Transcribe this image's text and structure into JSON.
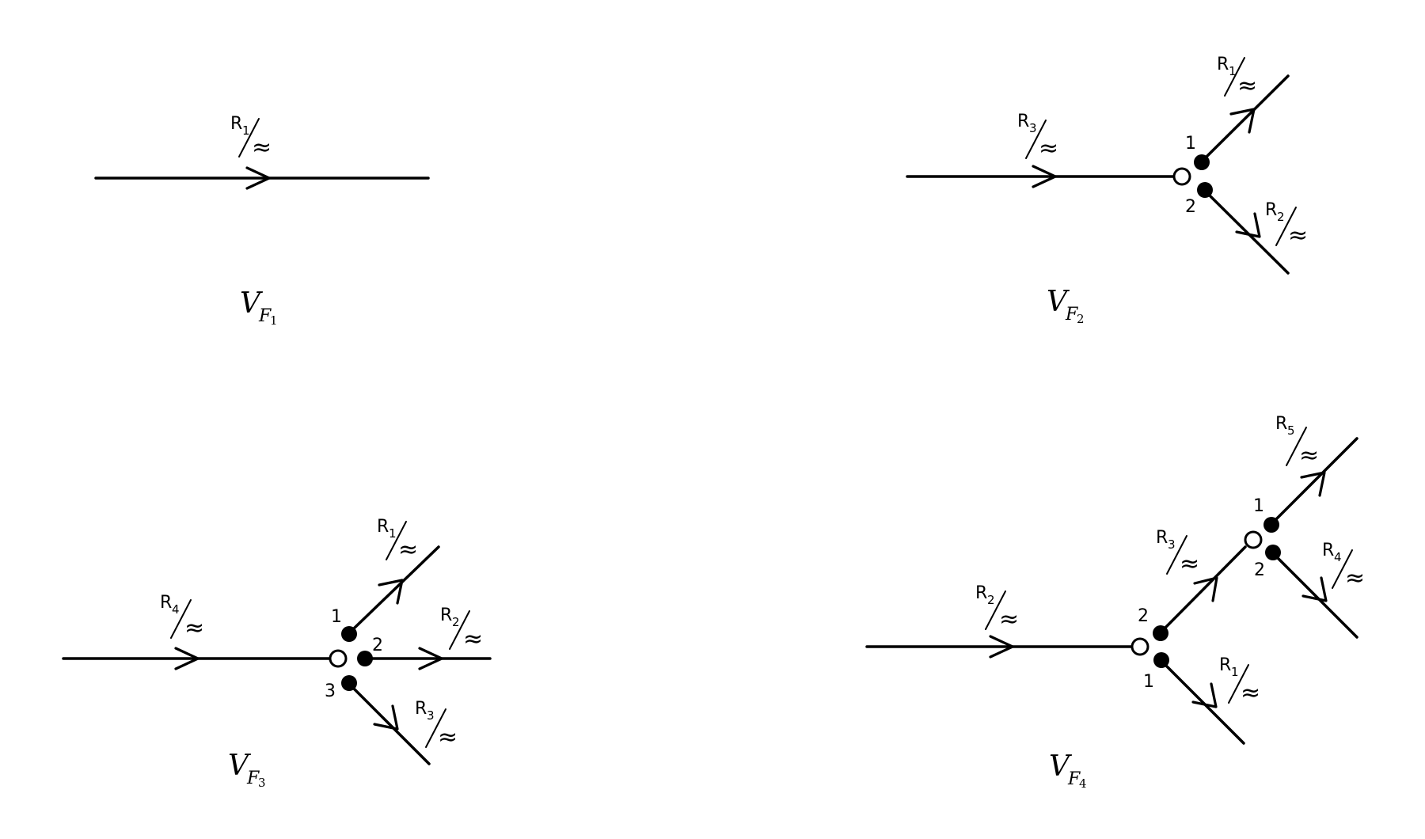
{
  "diagrams": [
    {
      "id": "F1",
      "caption": {
        "main": "V",
        "sub": "F",
        "subsub": "1"
      },
      "labels": [
        {
          "r": "R",
          "index": "1",
          "approx": "≈"
        }
      ]
    },
    {
      "id": "F2",
      "caption": {
        "main": "V",
        "sub": "F",
        "subsub": "2"
      },
      "labels": [
        {
          "r": "R",
          "index": "3",
          "approx": "≈"
        },
        {
          "r": "R",
          "index": "1",
          "approx": "≈"
        },
        {
          "r": "R",
          "index": "2",
          "approx": "≈"
        }
      ],
      "ports": [
        "1",
        "2"
      ]
    },
    {
      "id": "F3",
      "caption": {
        "main": "V",
        "sub": "F",
        "subsub": "3"
      },
      "labels": [
        {
          "r": "R",
          "index": "4",
          "approx": "≈"
        },
        {
          "r": "R",
          "index": "1",
          "approx": "≈"
        },
        {
          "r": "R",
          "index": "2",
          "approx": "≈"
        },
        {
          "r": "R",
          "index": "3",
          "approx": "≈"
        }
      ],
      "ports": [
        "1",
        "2",
        "3"
      ]
    },
    {
      "id": "F4",
      "caption": {
        "main": "V",
        "sub": "F",
        "subsub": "4"
      },
      "labels": [
        {
          "r": "R",
          "index": "2",
          "approx": "≈"
        },
        {
          "r": "R",
          "index": "3",
          "approx": "≈"
        },
        {
          "r": "R",
          "index": "1",
          "approx": "≈"
        },
        {
          "r": "R",
          "index": "5",
          "approx": "≈"
        },
        {
          "r": "R",
          "index": "4",
          "approx": "≈"
        }
      ],
      "ports": [
        "2",
        "1",
        "1",
        "2"
      ]
    }
  ]
}
